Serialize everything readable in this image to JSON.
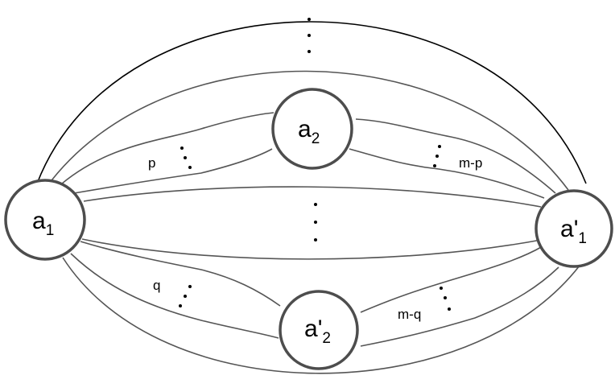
{
  "nodes": [
    {
      "id": "a1",
      "base": "a",
      "prime": "",
      "sub": "1"
    },
    {
      "id": "a2",
      "base": "a",
      "prime": "",
      "sub": "2"
    },
    {
      "id": "a1p",
      "base": "a",
      "prime": "'",
      "sub": "1"
    },
    {
      "id": "a2p",
      "base": "a",
      "prime": "'",
      "sub": "2"
    }
  ],
  "edge_labels": {
    "p": "p",
    "m_minus_p": "m-p",
    "q": "q",
    "m_minus_q": "m-q"
  },
  "colors": {
    "node_stroke": "#4d4d4d",
    "edge_gray": "#555555",
    "edge_black": "#000000"
  }
}
